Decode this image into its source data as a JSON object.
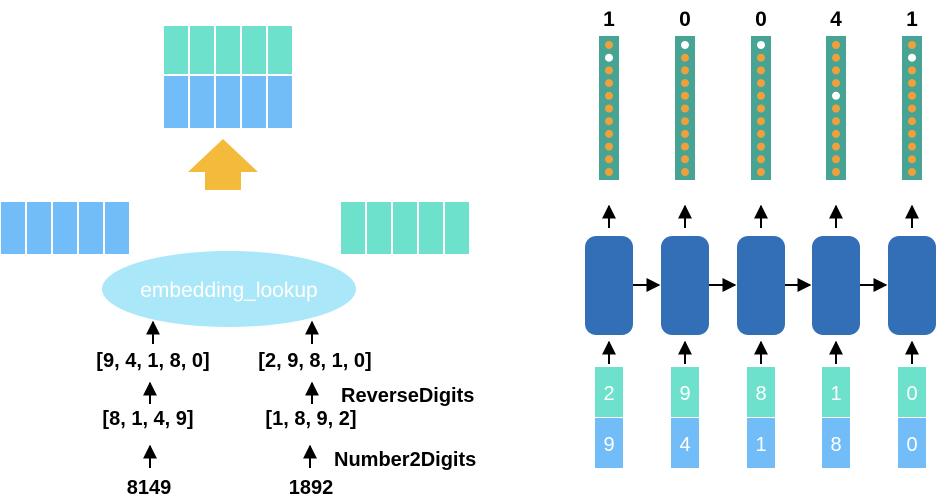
{
  "embedding": {
    "lookup_label": "embedding_lookup",
    "cell_count": 5
  },
  "pipeline": {
    "left": {
      "number": "8149",
      "digits": "[8, 1, 4, 9]",
      "reversed": "[9, 4, 1, 8, 0]"
    },
    "right": {
      "number": "1892",
      "digits": "[1, 8, 9, 2]",
      "reversed": "[2, 9, 8, 1, 0]"
    },
    "ops": {
      "reverse": "ReverseDigits",
      "to_digits": "Number2Digits"
    }
  },
  "rnn": {
    "outputs": [
      "1",
      "0",
      "0",
      "4",
      "1"
    ],
    "input_top": [
      "2",
      "9",
      "8",
      "1",
      "0"
    ],
    "input_bottom": [
      "9",
      "4",
      "1",
      "8",
      "0"
    ],
    "active_index": [
      1,
      0,
      0,
      4,
      1
    ],
    "dots_per_column": 11
  },
  "colors": {
    "blue_cell": "#72bcf7",
    "teal_cell": "#6de1cb",
    "up_arrow": "#f3ba3b",
    "lookup_oval": "#a9e7f9",
    "rnn_cell": "#336fb7",
    "output_column": "#47a393",
    "dot": "#f0a03a",
    "active_dot": "#ffffff"
  }
}
